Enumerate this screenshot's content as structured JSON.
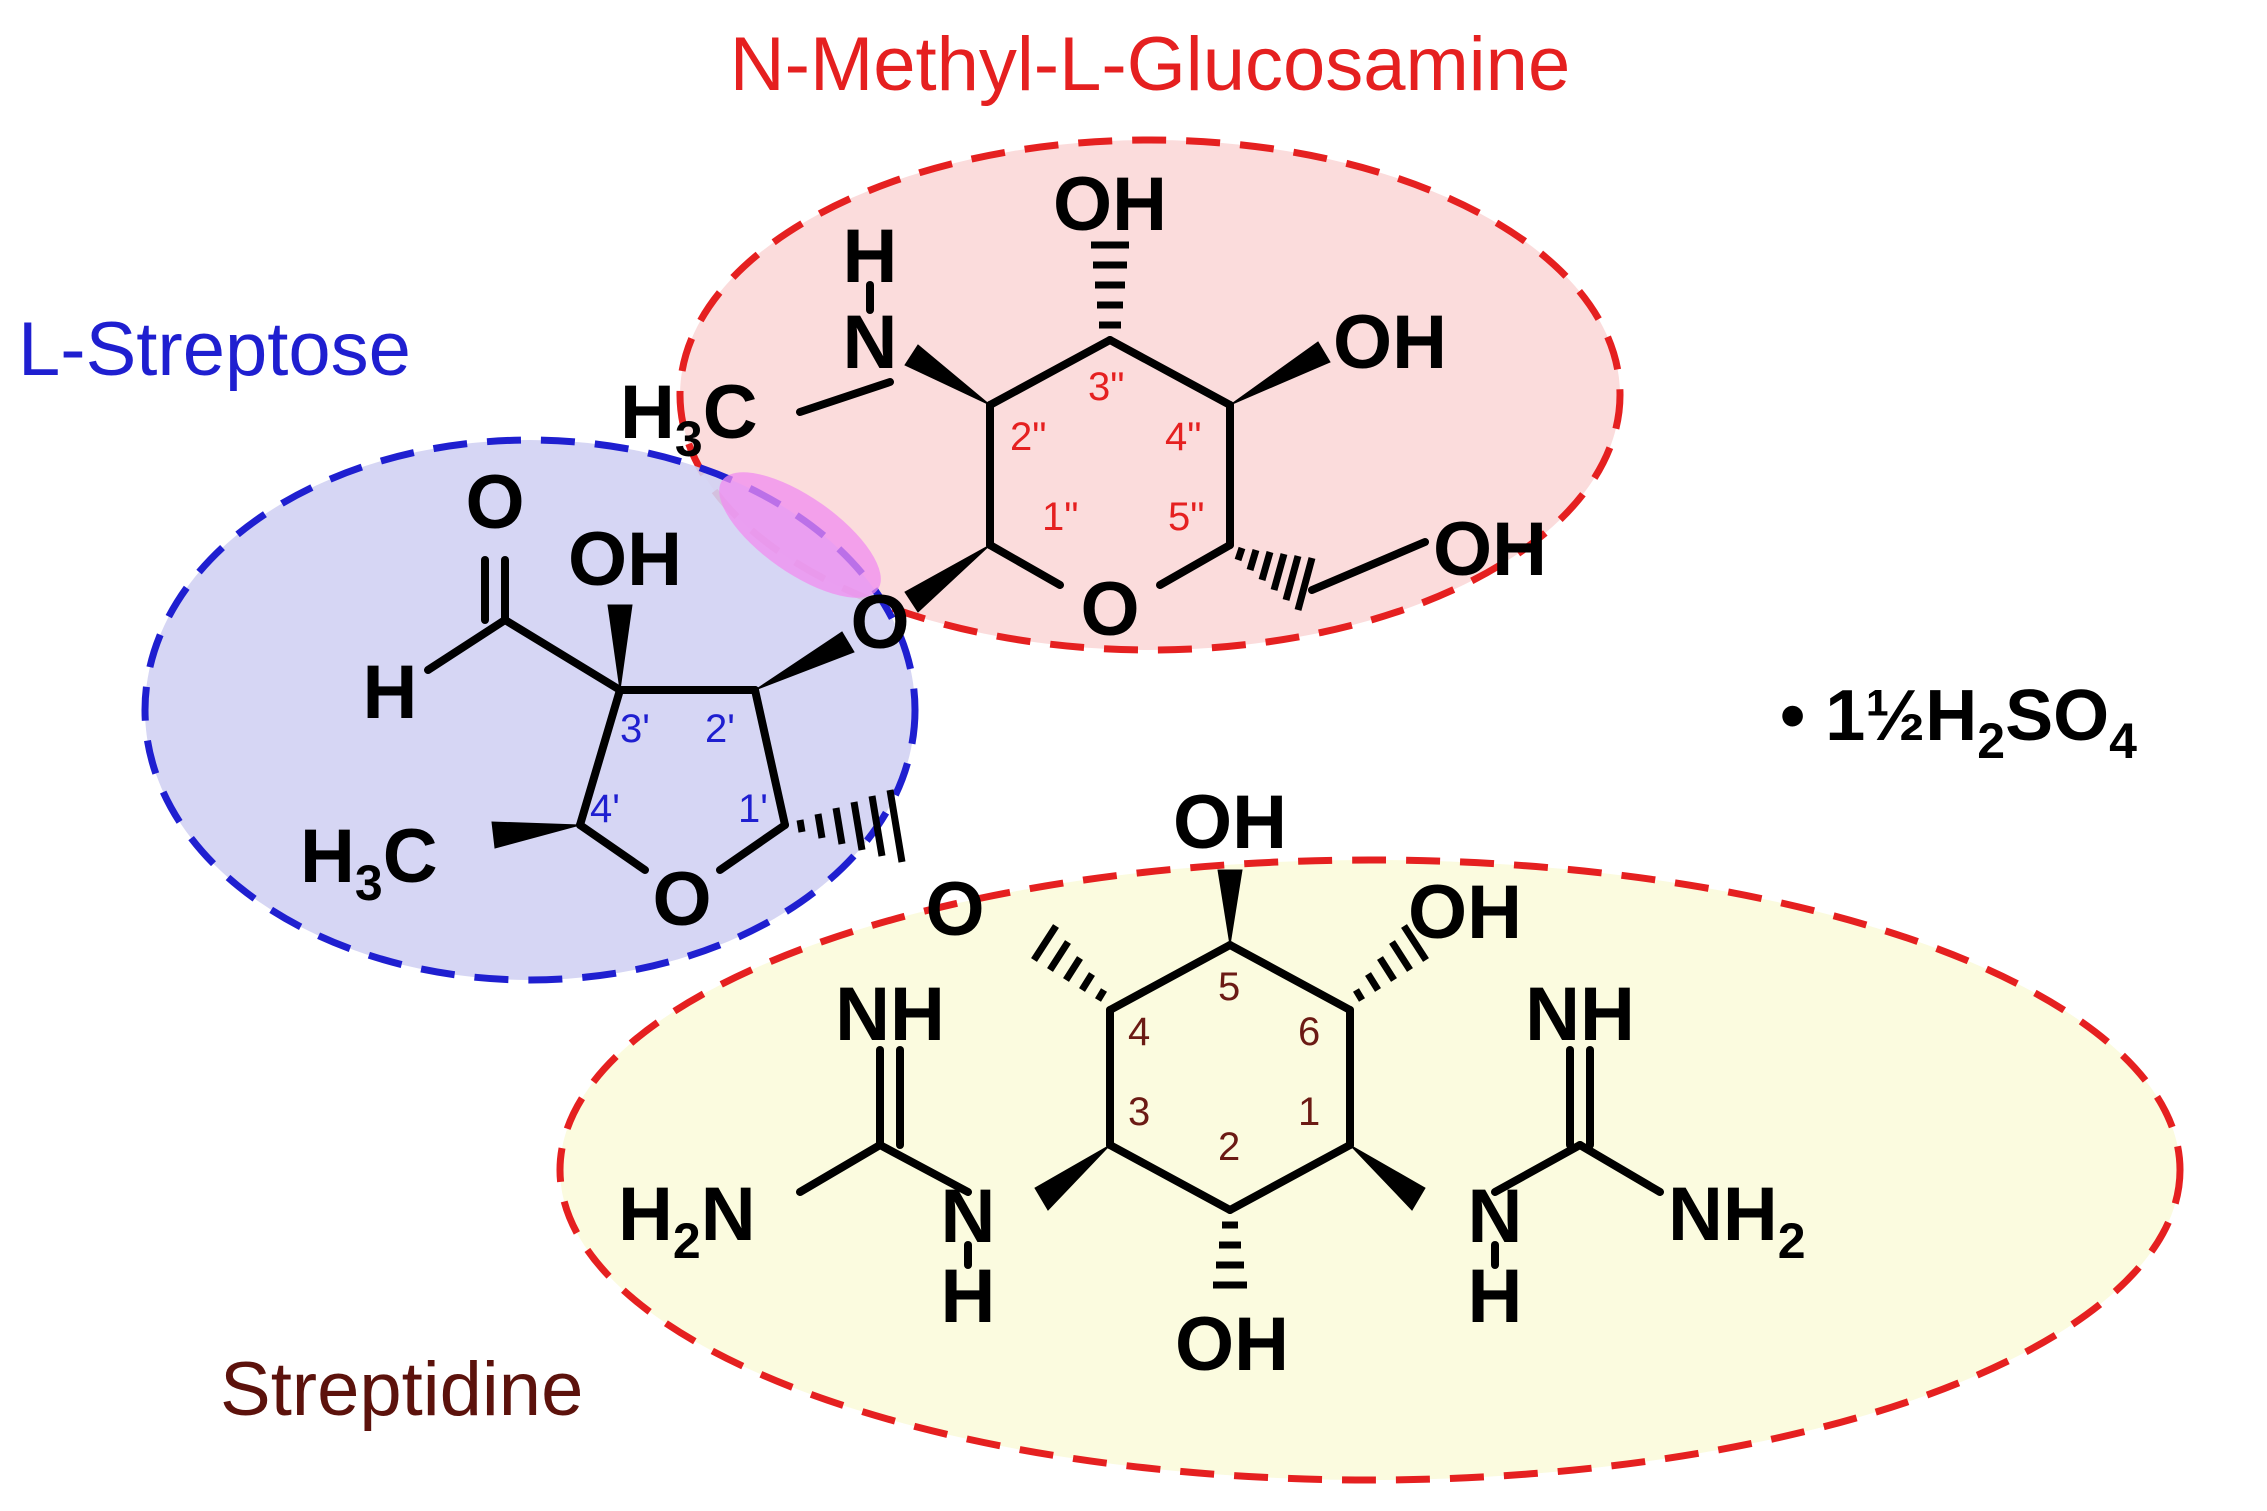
{
  "groups": {
    "glucosamine": {
      "title": "N-Methyl-L-Glucosamine",
      "color": "#e52020",
      "fill": "#fad6d6"
    },
    "streptose": {
      "title": "L-Streptose",
      "color": "#1f1fd0",
      "fill": "#d2d2f3"
    },
    "streptidine": {
      "title": "Streptidine",
      "color": "#5c120c",
      "fill": "#fbfbdf",
      "border": "#e52020"
    }
  },
  "salt": {
    "text": "• 1½H",
    "sub1": "2",
    "mid": "SO",
    "sub2": "4"
  },
  "atoms": {
    "oh": "OH",
    "o": "O",
    "h": "H",
    "n": "N",
    "nh": "NH",
    "h3c_h": "H",
    "h3c_3": "3",
    "h3c_c": "C",
    "h2n_h": "H",
    "h2n_2": "2",
    "h2n_n": "N",
    "nh2_nh": "NH",
    "nh2_2": "2"
  },
  "locants": {
    "glucosamine": [
      "1\"",
      "2\"",
      "3\"",
      "4\"",
      "5\""
    ],
    "streptose": [
      "1'",
      "2'",
      "3'",
      "4'"
    ],
    "streptidine": [
      "1",
      "2",
      "3",
      "4",
      "5",
      "6"
    ]
  }
}
